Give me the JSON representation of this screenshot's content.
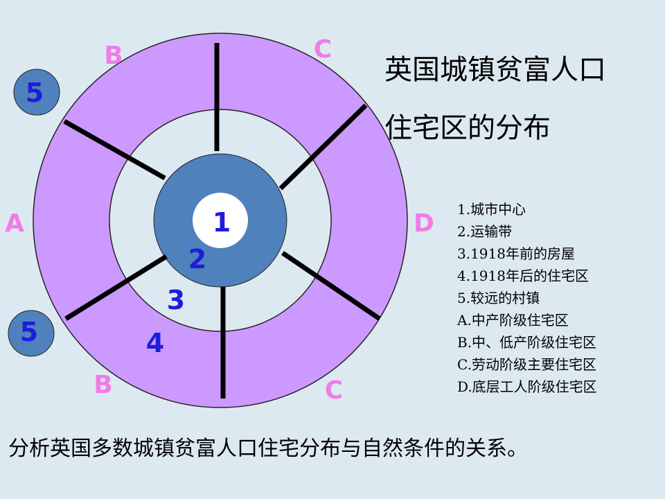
{
  "title": {
    "line1": "英国城镇贫富人口",
    "line2": "住宅区的分布"
  },
  "legend": [
    "1.城市中心",
    "2.运输带",
    "3.1918年前的房屋",
    "4.1918年后的住宅区",
    "5.较远的村镇",
    "A.中产阶级住宅区",
    "B.中、低产阶级住宅区",
    "C.劳动阶级主要住宅区",
    "D.底层工人阶级住宅区"
  ],
  "diagram": {
    "zone_labels": {
      "a": "A",
      "b_top": "B",
      "b_bottom": "B",
      "c_top": "C",
      "c_bottom": "C",
      "d": "D"
    },
    "ring_numbers": {
      "n1": "1",
      "n2": "2",
      "n3": "3",
      "n4": "4",
      "n5_top": "5",
      "n5_bottom": "5"
    },
    "colors": {
      "outer_ring": "#cc99ff",
      "middle_ring": "#dde9f0",
      "inner_ring": "#4f81bd",
      "center": "#ffffff",
      "zone_letters": "#f07ce8",
      "numbers": "#1d1ddb",
      "dividers": "#000000"
    }
  },
  "question": "分析英国多数城镇贫富人口住宅分布与自然条件的关系。"
}
